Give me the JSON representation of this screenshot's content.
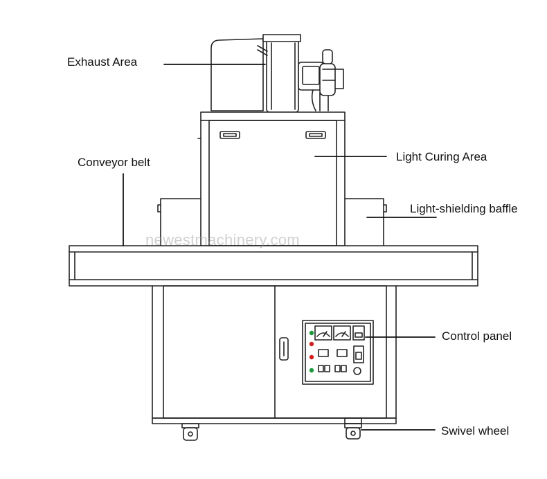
{
  "labels": {
    "exhaust_area": "Exhaust Area",
    "light_curing_area": "Light Curing Area",
    "conveyor_belt": "Conveyor belt",
    "light_shielding_baffle": "Light-shielding baffle",
    "control_panel": "Control panel",
    "swivel_wheel": "Swivel wheel"
  },
  "watermark": "newestmachinery.com",
  "colors": {
    "line": "#222222",
    "background": "#ffffff",
    "indicator_green": "#1a9a3a",
    "indicator_red": "#d42020"
  }
}
